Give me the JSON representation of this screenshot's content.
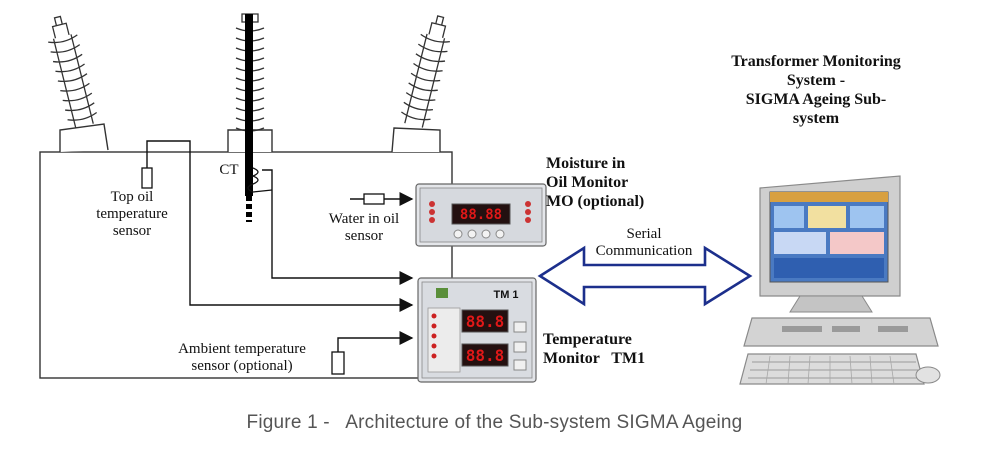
{
  "labels": {
    "top_oil_line1": "Top oil",
    "top_oil_line2": "temperature",
    "top_oil_line3": "sensor",
    "ct": "CT",
    "water_line1": "Water in oil",
    "water_line2": "sensor",
    "ambient_line1": "Ambient temperature",
    "ambient_line2": "sensor (optional)",
    "serial_line1": "Serial",
    "serial_line2": "Communication",
    "moisture_line1": "Moisture in",
    "moisture_line2": "Oil Monitor",
    "moisture_line3": "MO (optional)",
    "temp_line1": "Temperature",
    "temp_line2": "Monitor   TM1",
    "tms_line1": "Transformer Monitoring",
    "tms_line2": "System -",
    "tms_line3": "SIGMA Ageing Sub-",
    "tms_line4": "system",
    "tm1_badge": "TM 1",
    "mo_display": "88.88",
    "tm1_display_top": "88.8",
    "tm1_display_bottom": "88.8"
  },
  "caption": "Figure 1 -   Architecture of the Sub-system SIGMA Ageing",
  "colors": {
    "line": "#111111",
    "arrow_outline": "#1c2f8c",
    "display_red": "#e01818",
    "screen_blue": "#2f5fb0"
  }
}
